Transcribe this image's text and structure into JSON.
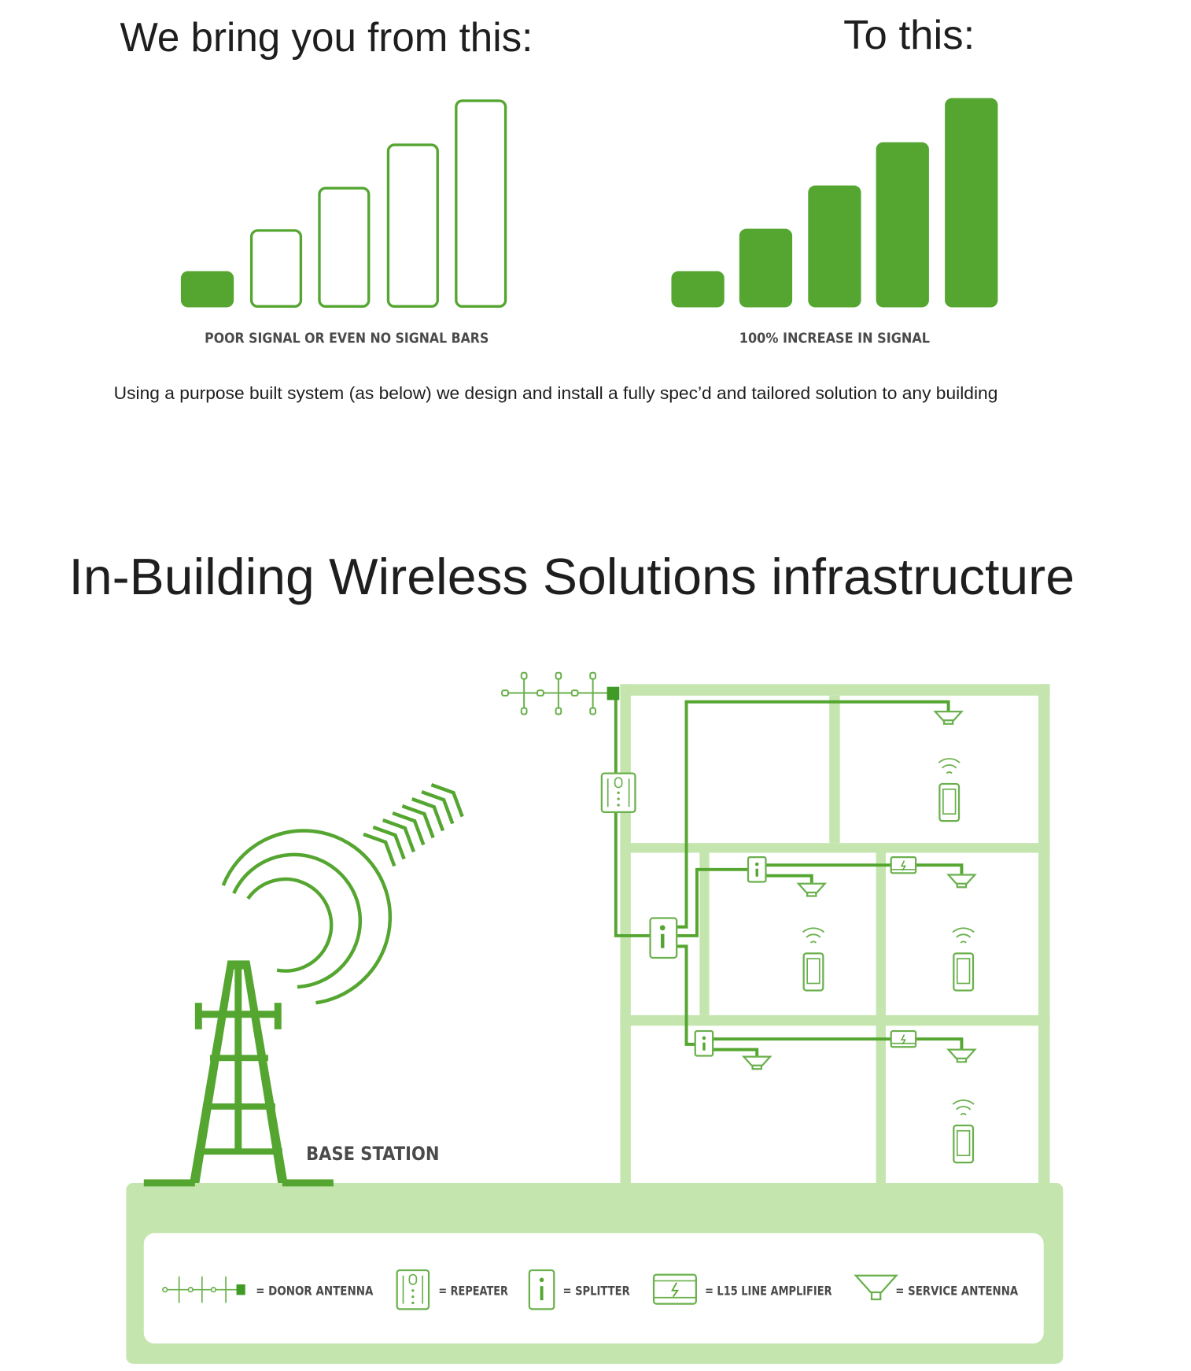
{
  "comparison": {
    "before_title": "We bring you from this:",
    "after_title": "To this:",
    "before_caption": "POOR SIGNAL OR EVEN NO SIGNAL BARS",
    "after_caption": "100% INCREASE IN SIGNAL",
    "before_bars_filled": 1,
    "after_bars_filled": 5,
    "bars_total": 5
  },
  "intro_text": "Using a purpose built system (as below) we design and install a fully spec’d and tailored solution to any building",
  "section_title": "In-Building Wireless Solutions infrastructure",
  "diagram": {
    "base_station_label": "BASE STATION",
    "legend": [
      {
        "icon": "donor-antenna-icon",
        "label": "= DONOR ANTENNA"
      },
      {
        "icon": "repeater-icon",
        "label": "= REPEATER"
      },
      {
        "icon": "splitter-icon",
        "label": "= SPLITTER"
      },
      {
        "icon": "line-amplifier-icon",
        "label": "= L15 LINE AMPLIFIER"
      },
      {
        "icon": "service-antenna-icon",
        "label": "= SERVICE ANTENNA"
      }
    ]
  },
  "colors": {
    "accent": "#55a630",
    "light": "#c5e5ae",
    "text": "#1e1e1e"
  }
}
